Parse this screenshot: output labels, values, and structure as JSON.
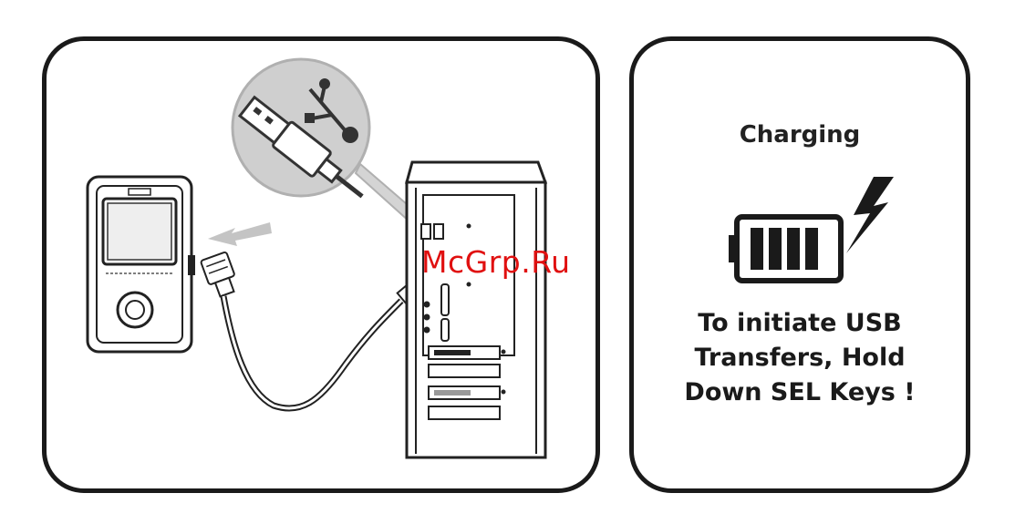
{
  "watermark": "McGrp.Ru",
  "status": {
    "title": "Charging",
    "instruction_lines": [
      "To initiate USB",
      "Transfers, Hold",
      "Down SEL Keys !"
    ]
  },
  "icons": {
    "device": "mp3-player-icon",
    "cable": "usb-cable-icon",
    "usb_symbol": "usb-symbol-icon",
    "computer": "pc-tower-icon",
    "battery": "battery-full-icon",
    "bolt": "lightning-bolt-icon"
  },
  "colors": {
    "line": "#1a1a1a",
    "gray": "#cfcfcf",
    "watermark": "#e01010"
  }
}
